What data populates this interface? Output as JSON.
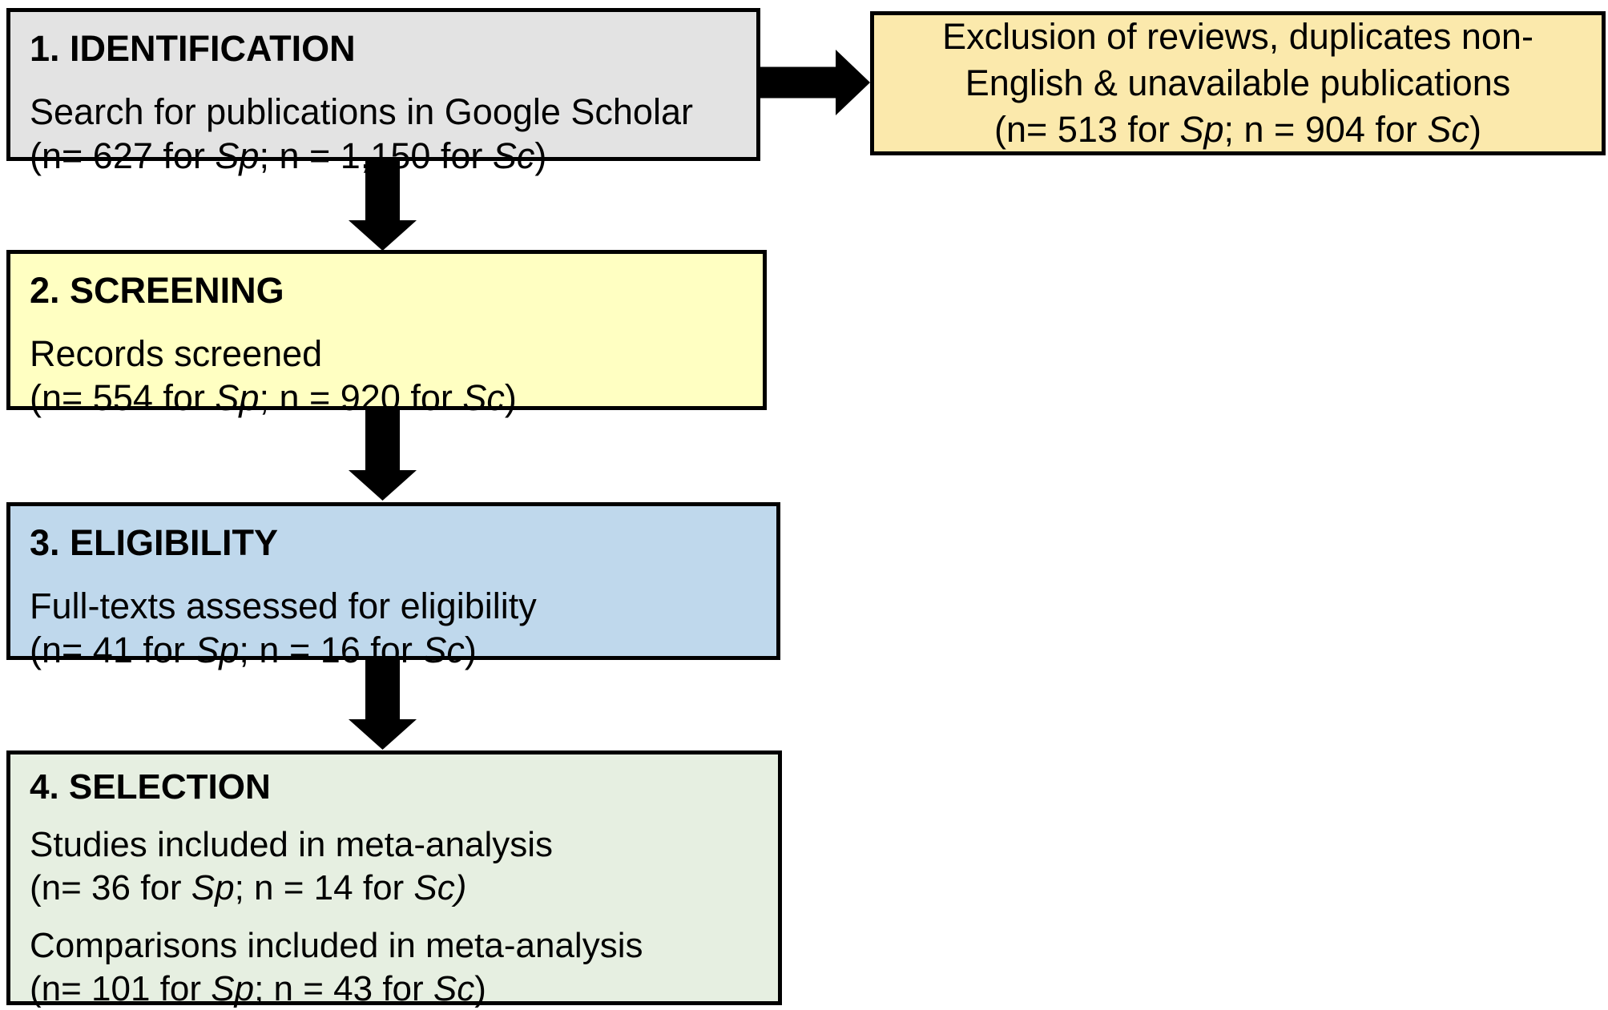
{
  "colors": {
    "identification_bg": "#e3e3e3",
    "exclusion_bg": "#fbe9ac",
    "screening_bg": "#ffffc2",
    "eligibility_bg": "#bfd8ec",
    "selection_bg": "#e6efe1",
    "border": "#000000",
    "arrow": "#000000",
    "text": "#000000"
  },
  "boxes": {
    "identification": {
      "heading": "1. IDENTIFICATION",
      "line": "Search for publications in Google Scholar",
      "stats": [
        {
          "t": "(n= 627 for ",
          "i": false
        },
        {
          "t": "Sp",
          "i": true
        },
        {
          "t": "; n = 1,150 for ",
          "i": false
        },
        {
          "t": "Sc",
          "i": true
        },
        {
          "t": ")",
          "i": false
        }
      ]
    },
    "exclusion": {
      "line1": "Exclusion of reviews, duplicates non-",
      "line2": "English & unavailable publications",
      "stats": [
        {
          "t": "(n= 513 for ",
          "i": false
        },
        {
          "t": "Sp",
          "i": true
        },
        {
          "t": "; n = 904 for ",
          "i": false
        },
        {
          "t": "Sc",
          "i": true
        },
        {
          "t": ")",
          "i": false
        }
      ]
    },
    "screening": {
      "heading": "2. SCREENING",
      "line": "Records screened",
      "stats": [
        {
          "t": "(n= 554 for ",
          "i": false
        },
        {
          "t": "Sp",
          "i": true
        },
        {
          "t": "; n = 920 for ",
          "i": false
        },
        {
          "t": "Sc",
          "i": true
        },
        {
          "t": ")",
          "i": false
        }
      ]
    },
    "eligibility": {
      "heading": "3. ELIGIBILITY",
      "line": "Full-texts assessed for eligibility",
      "stats": [
        {
          "t": "(n= 41 for ",
          "i": false
        },
        {
          "t": "Sp",
          "i": true
        },
        {
          "t": "; n = 16 for ",
          "i": false
        },
        {
          "t": "Sc",
          "i": true
        },
        {
          "t": ")",
          "i": false
        }
      ]
    },
    "selection": {
      "heading": "4. SELECTION",
      "studies_line": "Studies included in meta-analysis",
      "studies_stats": [
        {
          "t": "(n= 36 for ",
          "i": false
        },
        {
          "t": "Sp",
          "i": true
        },
        {
          "t": "; n = 14 for ",
          "i": false
        },
        {
          "t": "Sc)",
          "i": true
        }
      ],
      "comparisons_line": "Comparisons included in meta-analysis",
      "comparisons_stats": [
        {
          "t": "(n= 101 for ",
          "i": false
        },
        {
          "t": "Sp",
          "i": true
        },
        {
          "t": "; n = 43 for ",
          "i": false
        },
        {
          "t": "Sc",
          "i": true
        },
        {
          "t": ")",
          "i": false
        }
      ]
    }
  }
}
